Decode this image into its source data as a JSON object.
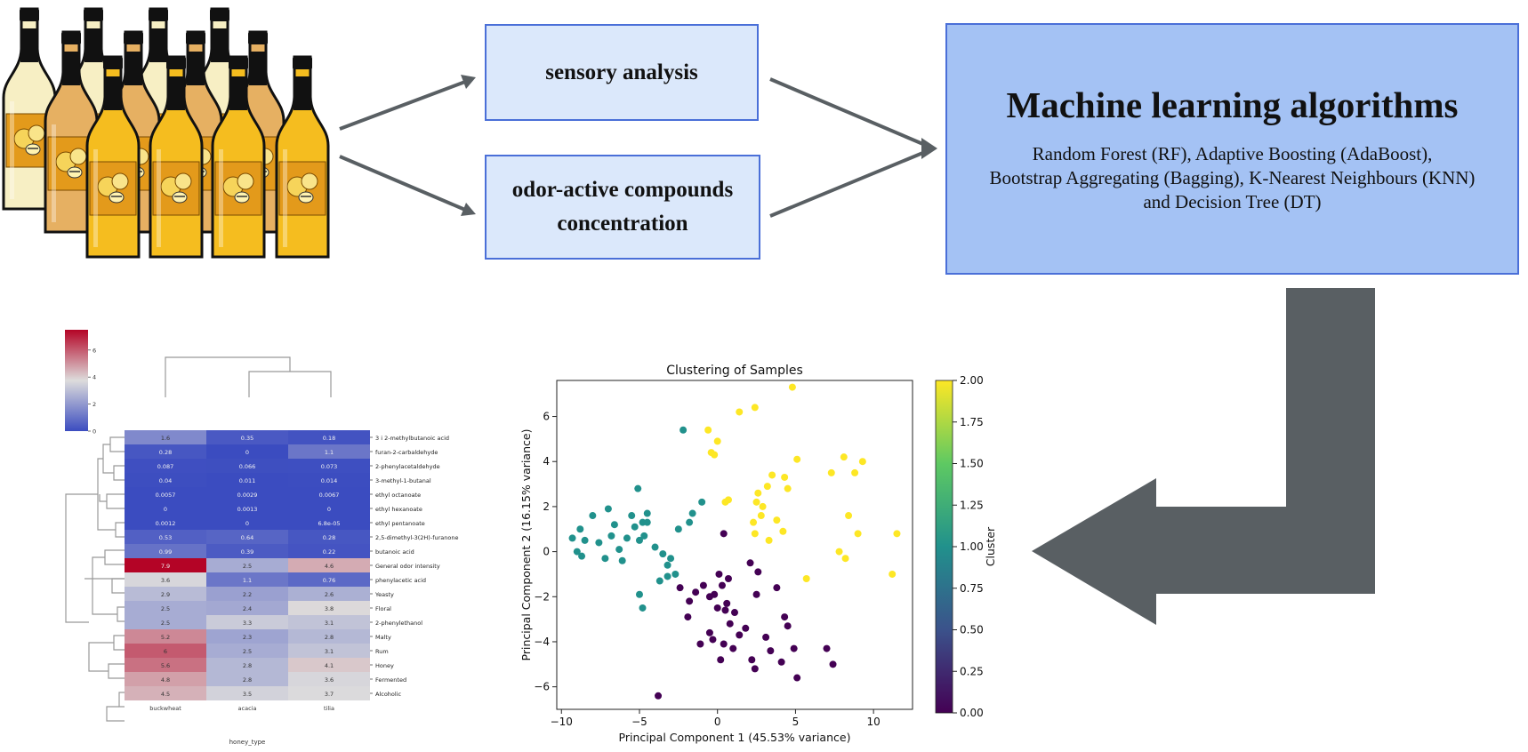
{
  "boxes": {
    "sensory": "sensory analysis",
    "odor_line1": "odor-active compounds",
    "odor_line2": "concentration",
    "ml_title": "Machine learning algorithms",
    "ml_line1": "Random Forest (RF), Adaptive Boosting (AdaBoost),",
    "ml_line2": "Bootstrap Aggregating (Bagging), K-Nearest Neighbours (KNN)",
    "ml_line3": "and Decision Tree (DT)"
  },
  "colors": {
    "box_fill": "#dbe8fb",
    "ml_fill": "#a4c2f4",
    "border": "#4a6fd8",
    "arrow": "#595f63"
  },
  "icons": [
    "honey-beer-bottles-icon"
  ],
  "heatmap": {
    "columns": [
      "buckwheat",
      "acacia",
      "tilia"
    ],
    "x_label": "honey_type",
    "colorbar_ticks": [
      "6",
      "4",
      "2",
      "0"
    ],
    "rows": [
      {
        "label": "3 i 2-methylbutanoic acid",
        "values": [
          "1.6",
          "0.35",
          "0.18"
        ]
      },
      {
        "label": "furan-2-carbaldehyde",
        "values": [
          "0.28",
          "0",
          "1.1"
        ]
      },
      {
        "label": "2-phenylacetaldehyde",
        "values": [
          "0.087",
          "0.066",
          "0.073"
        ]
      },
      {
        "label": "3-methyl-1-butanal",
        "values": [
          "0.04",
          "0.011",
          "0.014"
        ]
      },
      {
        "label": "ethyl octanoate",
        "values": [
          "0.0057",
          "0.0029",
          "0.0067"
        ]
      },
      {
        "label": "ethyl hexanoate",
        "values": [
          "0",
          "0.0013",
          "0"
        ]
      },
      {
        "label": "ethyl pentanoate",
        "values": [
          "0.0012",
          "0",
          "6.8e-05"
        ]
      },
      {
        "label": "2,5-dimethyl-3(2H)-furanone",
        "values": [
          "0.53",
          "0.64",
          "0.28"
        ]
      },
      {
        "label": "butanoic acid",
        "values": [
          "0.99",
          "0.39",
          "0.22"
        ]
      },
      {
        "label": "General odor intensity",
        "values": [
          "7.9",
          "2.5",
          "4.6"
        ]
      },
      {
        "label": "phenylacetic acid",
        "values": [
          "3.6",
          "1.1",
          "0.76"
        ]
      },
      {
        "label": "Yeasty",
        "values": [
          "2.9",
          "2.2",
          "2.6"
        ]
      },
      {
        "label": "Floral",
        "values": [
          "2.5",
          "2.4",
          "3.8"
        ]
      },
      {
        "label": "2-phenylethanol",
        "values": [
          "2.5",
          "3.3",
          "3.1"
        ]
      },
      {
        "label": "Malty",
        "values": [
          "5.2",
          "2.3",
          "2.8"
        ]
      },
      {
        "label": "Rum",
        "values": [
          "6",
          "2.5",
          "3.1"
        ]
      },
      {
        "label": "Honey",
        "values": [
          "5.6",
          "2.8",
          "4.1"
        ]
      },
      {
        "label": "Fermented",
        "values": [
          "4.8",
          "2.8",
          "3.6"
        ]
      },
      {
        "label": "Alcoholic",
        "values": [
          "4.5",
          "3.5",
          "3.7"
        ]
      }
    ]
  },
  "chart_data": {
    "type": "scatter",
    "title": "Clustering of Samples",
    "xlabel": "Principal Component 1 (45.53% variance)",
    "ylabel": "Principal Component 2 (16.15% variance)",
    "xlim": [
      -10.3,
      12.5
    ],
    "ylim": [
      -7.0,
      7.6
    ],
    "x_ticks": [
      -10,
      -5,
      0,
      5,
      10
    ],
    "y_ticks": [
      -6,
      -4,
      -2,
      0,
      2,
      4,
      6
    ],
    "colorbar": {
      "label": "Cluster",
      "range": [
        0.0,
        2.0
      ],
      "ticks": [
        "0.00",
        "0.25",
        "0.50",
        "0.75",
        "1.00",
        "1.25",
        "1.50",
        "1.75",
        "2.00"
      ]
    },
    "series": [
      {
        "cluster": 1,
        "color": "#21918c",
        "points": [
          [
            -9.3,
            0.6
          ],
          [
            -9.0,
            0.0
          ],
          [
            -8.8,
            1.0
          ],
          [
            -8.7,
            -0.2
          ],
          [
            -8.5,
            0.5
          ],
          [
            -8.0,
            1.6
          ],
          [
            -7.6,
            0.4
          ],
          [
            -7.2,
            -0.3
          ],
          [
            -7.0,
            1.9
          ],
          [
            -6.8,
            0.7
          ],
          [
            -6.6,
            1.2
          ],
          [
            -6.3,
            0.1
          ],
          [
            -6.1,
            -0.4
          ],
          [
            -5.8,
            0.6
          ],
          [
            -5.5,
            1.6
          ],
          [
            -5.3,
            1.1
          ],
          [
            -5.1,
            2.8
          ],
          [
            -5.0,
            0.5
          ],
          [
            -4.8,
            1.3
          ],
          [
            -4.7,
            0.7
          ],
          [
            -4.5,
            1.7
          ],
          [
            -4.5,
            1.3
          ],
          [
            -4.0,
            0.2
          ],
          [
            -3.7,
            -1.3
          ],
          [
            -3.5,
            -0.1
          ],
          [
            -3.2,
            -0.6
          ],
          [
            -3.0,
            -0.3
          ],
          [
            -2.7,
            -1.0
          ],
          [
            -2.5,
            1.0
          ],
          [
            -2.2,
            5.4
          ],
          [
            -1.8,
            1.3
          ],
          [
            -1.6,
            1.7
          ],
          [
            -1.0,
            2.2
          ],
          [
            -5.0,
            -1.9
          ],
          [
            -4.8,
            -2.5
          ],
          [
            -3.2,
            -1.1
          ]
        ]
      },
      {
        "cluster": 0,
        "color": "#440154",
        "points": [
          [
            -3.8,
            -6.4
          ],
          [
            -2.4,
            -1.6
          ],
          [
            -1.9,
            -2.9
          ],
          [
            -1.8,
            -2.2
          ],
          [
            -1.4,
            -1.8
          ],
          [
            -1.1,
            -4.1
          ],
          [
            -0.9,
            -1.5
          ],
          [
            -0.5,
            -3.6
          ],
          [
            -0.5,
            -2.0
          ],
          [
            -0.3,
            -3.9
          ],
          [
            -0.2,
            -1.9
          ],
          [
            0.0,
            -2.5
          ],
          [
            0.2,
            -4.8
          ],
          [
            0.1,
            -1.0
          ],
          [
            0.3,
            -1.5
          ],
          [
            0.4,
            -4.1
          ],
          [
            0.5,
            -2.6
          ],
          [
            0.6,
            -2.3
          ],
          [
            0.7,
            -1.2
          ],
          [
            0.8,
            -3.2
          ],
          [
            1.0,
            -4.3
          ],
          [
            1.1,
            -2.7
          ],
          [
            1.4,
            -3.7
          ],
          [
            1.8,
            -3.4
          ],
          [
            2.1,
            -0.5
          ],
          [
            2.2,
            -4.8
          ],
          [
            2.4,
            -5.2
          ],
          [
            2.5,
            -1.9
          ],
          [
            2.6,
            -0.9
          ],
          [
            3.1,
            -3.8
          ],
          [
            3.4,
            -4.4
          ],
          [
            3.8,
            -1.6
          ],
          [
            4.1,
            -4.9
          ],
          [
            4.3,
            -2.9
          ],
          [
            4.5,
            -3.3
          ],
          [
            4.9,
            -4.3
          ],
          [
            5.1,
            -5.6
          ],
          [
            7.0,
            -4.3
          ],
          [
            7.4,
            -5.0
          ],
          [
            0.4,
            0.8
          ]
        ]
      },
      {
        "cluster": 2,
        "color": "#fde725",
        "points": [
          [
            4.8,
            7.3
          ],
          [
            2.4,
            6.4
          ],
          [
            1.4,
            6.2
          ],
          [
            -0.6,
            5.4
          ],
          [
            0.0,
            4.9
          ],
          [
            -0.4,
            4.4
          ],
          [
            -0.2,
            4.3
          ],
          [
            0.5,
            2.2
          ],
          [
            0.7,
            2.3
          ],
          [
            2.3,
            1.3
          ],
          [
            2.4,
            0.8
          ],
          [
            2.5,
            2.2
          ],
          [
            2.6,
            2.6
          ],
          [
            2.8,
            1.6
          ],
          [
            3.2,
            2.9
          ],
          [
            3.5,
            3.4
          ],
          [
            3.8,
            1.4
          ],
          [
            4.2,
            0.9
          ],
          [
            4.3,
            3.3
          ],
          [
            4.5,
            2.8
          ],
          [
            5.1,
            4.1
          ],
          [
            5.7,
            -1.2
          ],
          [
            7.3,
            3.5
          ],
          [
            7.8,
            0.0
          ],
          [
            8.1,
            4.2
          ],
          [
            8.2,
            -0.3
          ],
          [
            8.4,
            1.6
          ],
          [
            8.8,
            3.5
          ],
          [
            9.0,
            0.8
          ],
          [
            9.3,
            4.0
          ],
          [
            11.2,
            -1.0
          ],
          [
            11.5,
            0.8
          ],
          [
            2.9,
            2.0
          ],
          [
            3.3,
            0.5
          ]
        ]
      }
    ]
  }
}
